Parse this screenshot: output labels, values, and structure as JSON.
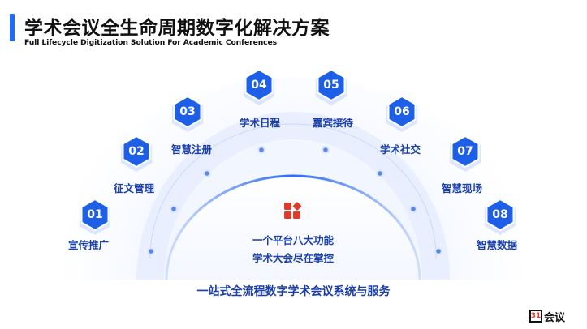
{
  "header": {
    "title": "学术会议全生命周期数字化解决方案",
    "subtitle": "Full Lifecycle Digitization Solution For Academic Conferences"
  },
  "nodes": [
    {
      "number": "01",
      "label": "宣传推广"
    },
    {
      "number": "02",
      "label": "征文管理"
    },
    {
      "number": "03",
      "label": "智慧注册"
    },
    {
      "number": "04",
      "label": "学术日程"
    },
    {
      "number": "05",
      "label": "嘉宾接待"
    },
    {
      "number": "06",
      "label": "学术社交"
    },
    {
      "number": "07",
      "label": "智慧现场"
    },
    {
      "number": "08",
      "label": "智慧数据"
    }
  ],
  "center": {
    "icon": "apps-grid-icon",
    "line1": "一个平台八大功能",
    "line2": "学术大会尽在掌控"
  },
  "footer": {
    "tagline": "一站式全流程数字学术会议系统与服务",
    "logo_mark": "31",
    "logo_text": "会议"
  },
  "colors": {
    "accent": "#1e6bff",
    "hex_fill": "#1d5fe6",
    "label": "#1a3fa8",
    "icon_red": "#e23a2a"
  }
}
